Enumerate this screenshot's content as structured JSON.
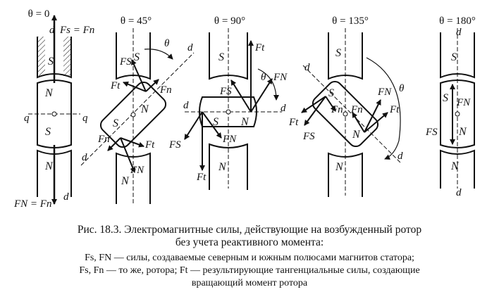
{
  "figure": {
    "panels": [
      {
        "theta": "θ = 0"
      },
      {
        "theta": "θ = 45°"
      },
      {
        "theta": "θ = 90°"
      },
      {
        "theta": "θ = 135°"
      },
      {
        "theta": "θ = 180°"
      }
    ],
    "labels": {
      "d": "d",
      "q": "q",
      "theta": "θ",
      "S": "S",
      "N": "N",
      "Fs_eq_Fn": "Fs = Fn",
      "FN_eq_Fn": "FN = Fn",
      "Fs": "FS",
      "FN": "FN",
      "Ft": "Ft",
      "Fn": "Fn",
      "Fs_rotor": "Fs"
    }
  },
  "caption": {
    "title": "Рис. 18.3. Электромагнитные силы, действующие на возбужденный ротор",
    "subtitle": "без учета реактивного момента:",
    "line1": "Fs, FN — силы, создаваемые северным и южным полюсами магнитов статора;",
    "line2": "Fs, Fn — то же, ротора; Ft — результирующие тангенциальные силы, создающие",
    "line3": "вращающий момент ротора"
  }
}
